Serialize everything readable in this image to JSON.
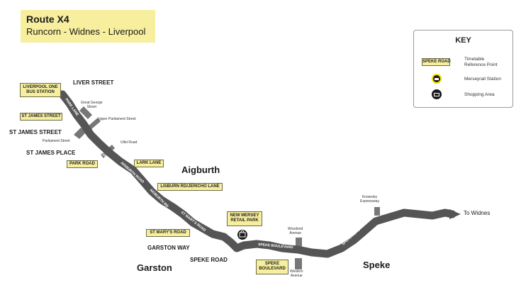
{
  "title": {
    "route": "Route X4",
    "subtitle": "Runcorn - Widnes - Liverpool"
  },
  "key": {
    "heading": "KEY",
    "sample_label": "SPEKE ROAD",
    "timetable_text": "Timetable\nReference Point",
    "merseyrail_text": "Merseyrail Station",
    "shopping_text": "Shopping Area"
  },
  "timetable_points": [
    {
      "id": "liverpool-one",
      "text": "LIVERPOOL ONE\nBUS STATION"
    },
    {
      "id": "st-james-street",
      "text": "ST JAMES STREET"
    },
    {
      "id": "park-road",
      "text": "PARK ROAD"
    },
    {
      "id": "lark-lane",
      "text": "LARK LANE"
    },
    {
      "id": "lisburn-rd",
      "text": "LISBURN RD/JERICHO LANE"
    },
    {
      "id": "new-mersey",
      "text": "NEW MERSEY\nRETAIL PARK"
    },
    {
      "id": "st-marys-road",
      "text": "ST MARY'S ROAD"
    },
    {
      "id": "speke-boulevard",
      "text": "SPEKE\nBOULEVARD"
    }
  ],
  "stop_labels": {
    "liver_street": "LIVER STREET",
    "st_james_street": "ST JAMES STREET",
    "st_james_place": "ST JAMES PLACE",
    "garston_way": "GARSTON WAY",
    "speke_road": "SPEKE ROAD",
    "to_widnes": "To Widnes"
  },
  "area_labels": {
    "aigburth": "Aigburth",
    "garston": "Garston",
    "speke": "Speke"
  },
  "side_streets": {
    "great_george": "Great George\nStreet",
    "upper_parliament": "Upper Parliament Street",
    "parliament": "Parliament Street",
    "ullet": "Ullet Road",
    "woodend": "Woodend\nAvenue",
    "western": "Western\nAvenue",
    "knowsley": "Knowsley\nExpressway"
  },
  "road_names": {
    "park_lane": "PARK LANE",
    "park_road": "PARK ROAD",
    "aigburth_road": "AIGBURTH ROAD",
    "aigburth_rd": "AIGBURTH RD",
    "st_marys_road": "ST MARY'S ROAD",
    "speke_boulevard": "SPEKE BOULEVARD",
    "speke_road": "SPEKE ROAD"
  },
  "colors": {
    "route": "#555555",
    "timetable_bg": "#f7ef9d",
    "station_ring": "#f2e000",
    "icon_bg": "#1a1a1a"
  },
  "icons": {
    "merseyrail": "merseyrail-station-icon",
    "shopping": "shopping-area-icon"
  }
}
